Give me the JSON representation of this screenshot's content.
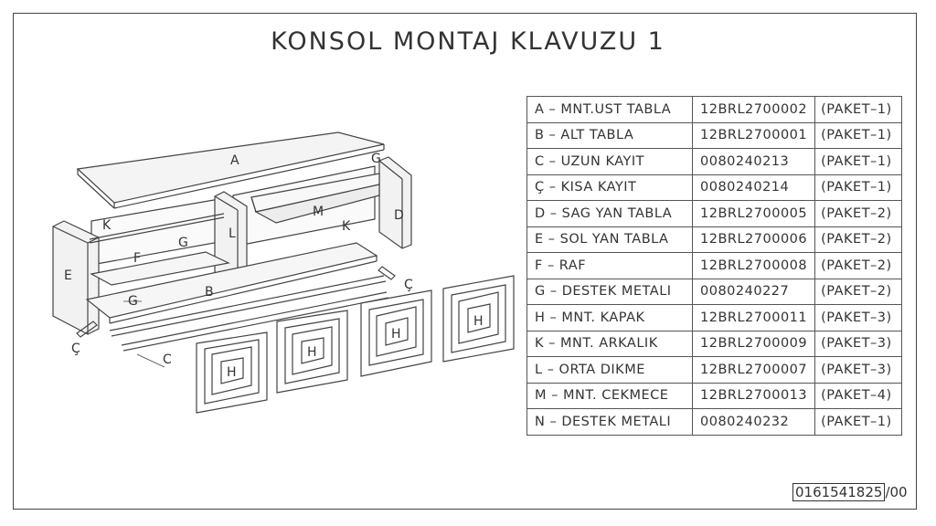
{
  "title": "KONSOL MONTAJ KLAVUZU 1",
  "parts": [
    {
      "name": "A – MNT.UST TABLA",
      "code": "12BRL2700002",
      "package": "(PAKET–1)"
    },
    {
      "name": "B – ALT TABLA",
      "code": "12BRL2700001",
      "package": "(PAKET–1)"
    },
    {
      "name": "C – UZUN KAYIT",
      "code": "0080240213",
      "package": "(PAKET–1)"
    },
    {
      "name": "Ç – KISA KAYIT",
      "code": "0080240214",
      "package": "(PAKET–1)"
    },
    {
      "name": "D – SAG YAN TABLA",
      "code": "12BRL2700005",
      "package": "(PAKET–2)"
    },
    {
      "name": "E – SOL YAN TABLA",
      "code": "12BRL2700006",
      "package": "(PAKET–2)"
    },
    {
      "name": "F – RAF",
      "code": "12BRL2700008",
      "package": "(PAKET–2)"
    },
    {
      "name": "G – DESTEK METALI",
      "code": "0080240227",
      "package": "(PAKET–2)"
    },
    {
      "name": "H – MNT. KAPAK",
      "code": "12BRL2700011",
      "package": "(PAKET–3)"
    },
    {
      "name": "K – MNT. ARKALIK",
      "code": "12BRL2700009",
      "package": "(PAKET–3)"
    },
    {
      "name": "L – ORTA DIKME",
      "code": "12BRL2700007",
      "package": "(PAKET–3)"
    },
    {
      "name": "M – MNT. CEKMECE",
      "code": "12BRL2700013",
      "package": "(PAKET–4)"
    },
    {
      "name": "N – DESTEK METALI",
      "code": "0080240232",
      "package": "(PAKET–1)"
    }
  ],
  "drawing_labels": {
    "a": "A",
    "b": "B",
    "c": "C",
    "c_cedilla": "Ç",
    "d": "D",
    "e": "E",
    "f": "F",
    "g": "G",
    "h": "H",
    "k": "K",
    "l": "L",
    "m": "M"
  },
  "doc_number": "0161541825",
  "doc_revision": "/00"
}
